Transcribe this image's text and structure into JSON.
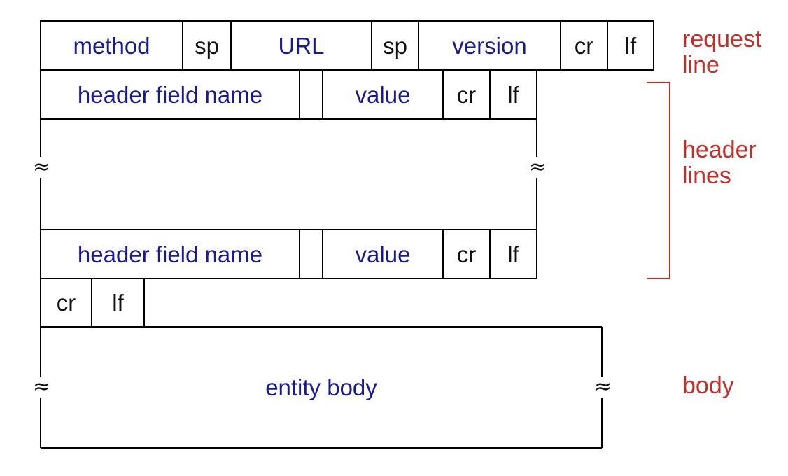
{
  "request_line": {
    "fields": [
      "method",
      "sp",
      "URL",
      "sp",
      "version",
      "cr",
      "lf"
    ]
  },
  "header_lines": [
    {
      "fields": [
        "header field name",
        "",
        "value",
        "cr",
        "lf"
      ]
    },
    {
      "fields": [
        "header field name",
        "",
        "value",
        "cr",
        "lf"
      ]
    }
  ],
  "blank_line": {
    "fields": [
      "cr",
      "lf"
    ]
  },
  "body": {
    "text": "entity body"
  },
  "approx_symbol": "≈",
  "labels": {
    "request_line": [
      "request",
      "line"
    ],
    "header_lines": [
      "header",
      "lines"
    ],
    "body": "body"
  },
  "colors": {
    "field_blue": "#1a1a90",
    "delimiter_black": "#111111",
    "label_red": "#c0302b",
    "bracket_red": "#c0302b",
    "line": "#000000"
  }
}
